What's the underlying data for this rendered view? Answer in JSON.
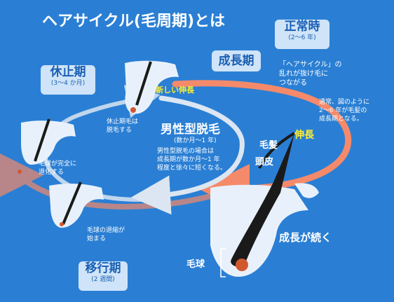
{
  "title": "ヘアサイクル(毛周期)とは",
  "phases": {
    "normal": {
      "label": "正常時",
      "period": "(2〜6 年)"
    },
    "growth": {
      "label": "成長期"
    },
    "rest": {
      "label": "休止期",
      "period": "(3〜4 か月)"
    },
    "transition": {
      "label": "移行期",
      "period": "(2 週間)"
    }
  },
  "annotations": {
    "cycle_disruption": "「ヘアサイクル」の\n乱れが抜け毛に\nつながる",
    "normal_growth": "通常、図のように\n2〜6 年が毛髪の\n成長期となる。",
    "new_growth": "新しい伸長",
    "rest_shedding": "休止期毛は\n脱毛する",
    "follicle_degenerate": "毛球が完全に\n退化する",
    "bulb_shrink": "毛球の退縮が\n始まる",
    "growth_continues": "成長が続く",
    "extension": "伸長",
    "hair_label": "毛髪",
    "scalp_label": "頭皮",
    "bulb_label": "毛球"
  },
  "agα": {
    "title": "男性型脱毛",
    "period": "(数か月〜1 年)",
    "description": "男性型脱毛の場合は\n成長期が数か月〜1 年\n程度と徐々に短くなる。"
  },
  "colors": {
    "background": "#2a7fd4",
    "normal_cycle": "#f58a6a",
    "agα_cycle": "#dbe6f2",
    "label_box": "#cfe4f8",
    "label_text": "#1a5fb4",
    "highlight_text": "#ffee33",
    "skin": "#e8f1fb",
    "hair": "#1a1a1a",
    "bulb": "#d0582f"
  }
}
